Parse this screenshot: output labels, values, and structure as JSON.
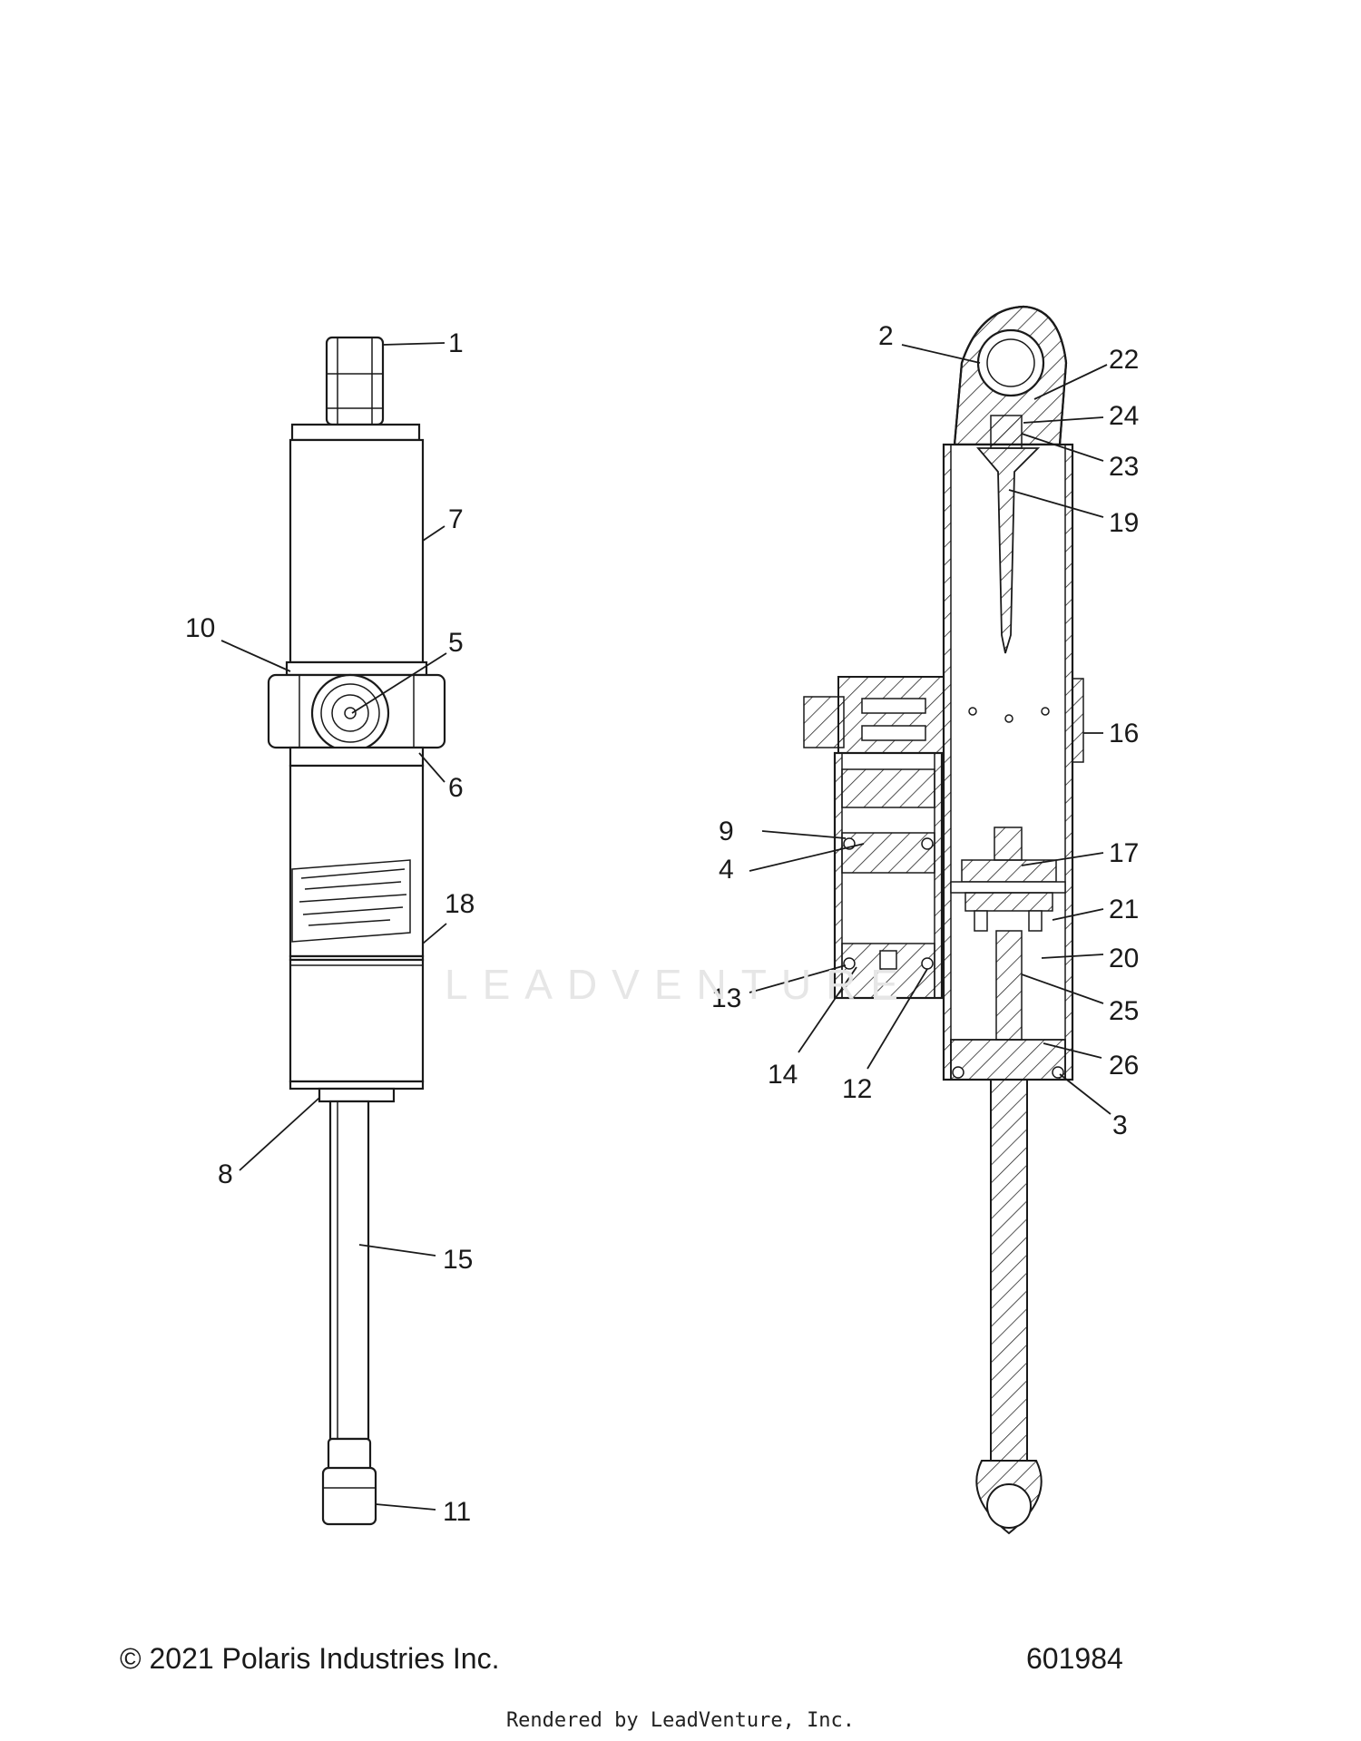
{
  "footer": {
    "copyright": "© 2021 Polaris Industries Inc.",
    "part_number": "601984",
    "rendered_by": "Rendered by LeadVenture, Inc."
  },
  "watermark": {
    "text": "LEADVENTURE"
  },
  "callouts": [
    {
      "id": "c1",
      "label": "1"
    },
    {
      "id": "c7",
      "label": "7"
    },
    {
      "id": "c10",
      "label": "10"
    },
    {
      "id": "c5",
      "label": "5"
    },
    {
      "id": "c6",
      "label": "6"
    },
    {
      "id": "c18",
      "label": "18"
    },
    {
      "id": "c8",
      "label": "8"
    },
    {
      "id": "c15",
      "label": "15"
    },
    {
      "id": "c11",
      "label": "11"
    },
    {
      "id": "c2",
      "label": "2"
    },
    {
      "id": "c22",
      "label": "22"
    },
    {
      "id": "c24",
      "label": "24"
    },
    {
      "id": "c23",
      "label": "23"
    },
    {
      "id": "c19",
      "label": "19"
    },
    {
      "id": "c16",
      "label": "16"
    },
    {
      "id": "c9",
      "label": "9"
    },
    {
      "id": "c4",
      "label": "4"
    },
    {
      "id": "c17",
      "label": "17"
    },
    {
      "id": "c21",
      "label": "21"
    },
    {
      "id": "c20",
      "label": "20"
    },
    {
      "id": "c13",
      "label": "13"
    },
    {
      "id": "c25",
      "label": "25"
    },
    {
      "id": "c14",
      "label": "14"
    },
    {
      "id": "c12",
      "label": "12"
    },
    {
      "id": "c26",
      "label": "26"
    },
    {
      "id": "c3",
      "label": "3"
    }
  ]
}
